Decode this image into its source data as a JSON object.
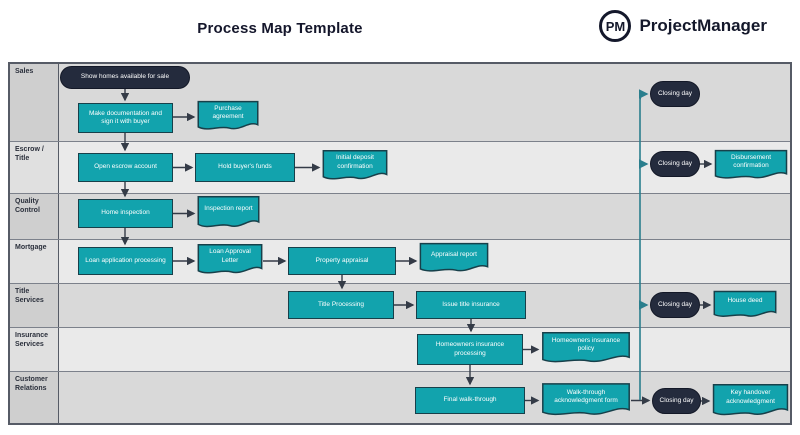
{
  "header": {
    "title": "Process Map Template",
    "logo": {
      "icon_text": "PM",
      "brand": "ProjectManager"
    }
  },
  "lanes": [
    {
      "label": "Sales"
    },
    {
      "label": "Escrow / Title"
    },
    {
      "label": "Quality Control"
    },
    {
      "label": "Mortgage"
    },
    {
      "label": "Title Services"
    },
    {
      "label": "Insurance Services"
    },
    {
      "label": "Customer Relations"
    }
  ],
  "nodes": {
    "show_homes": "Show homes available for sale",
    "make_docs": "Make documentation and sign it with buyer",
    "purchase_agreement": "Purchase agreement",
    "closing_day": "Closing day",
    "open_escrow": "Open escrow account",
    "hold_funds": "Hold buyer's funds",
    "initial_deposit": "Initial deposit confirmation",
    "disbursement": "Disbursement confirmation",
    "home_inspection": "Home inspection",
    "inspection_report": "Inspection report",
    "loan_processing": "Loan application processing",
    "loan_letter": "Loan Approval Letter",
    "property_appraisal": "Property appraisal",
    "appraisal_report": "Appraisal report",
    "title_processing": "Title Processing",
    "issue_title": "Issue title insurance",
    "house_deed": "House deed",
    "homeowners_processing": "Homeowners insurance processing",
    "homeowners_policy": "Homeowners insurance policy",
    "final_walkthrough": "Final walk-through",
    "walkthrough_form": "Walk-through acknowledgment form",
    "key_handover": "Key handover acknowledgment"
  },
  "colors": {
    "process_fill": "#12a3ad",
    "process_border": "#17404a",
    "terminal_fill": "#242b3d",
    "lane_dark": "#d9d9d9",
    "lane_light": "#eaeaea",
    "connector_dark": "#343b47",
    "connector_teal": "#2a7e8d",
    "brand_text": "#14182b"
  }
}
